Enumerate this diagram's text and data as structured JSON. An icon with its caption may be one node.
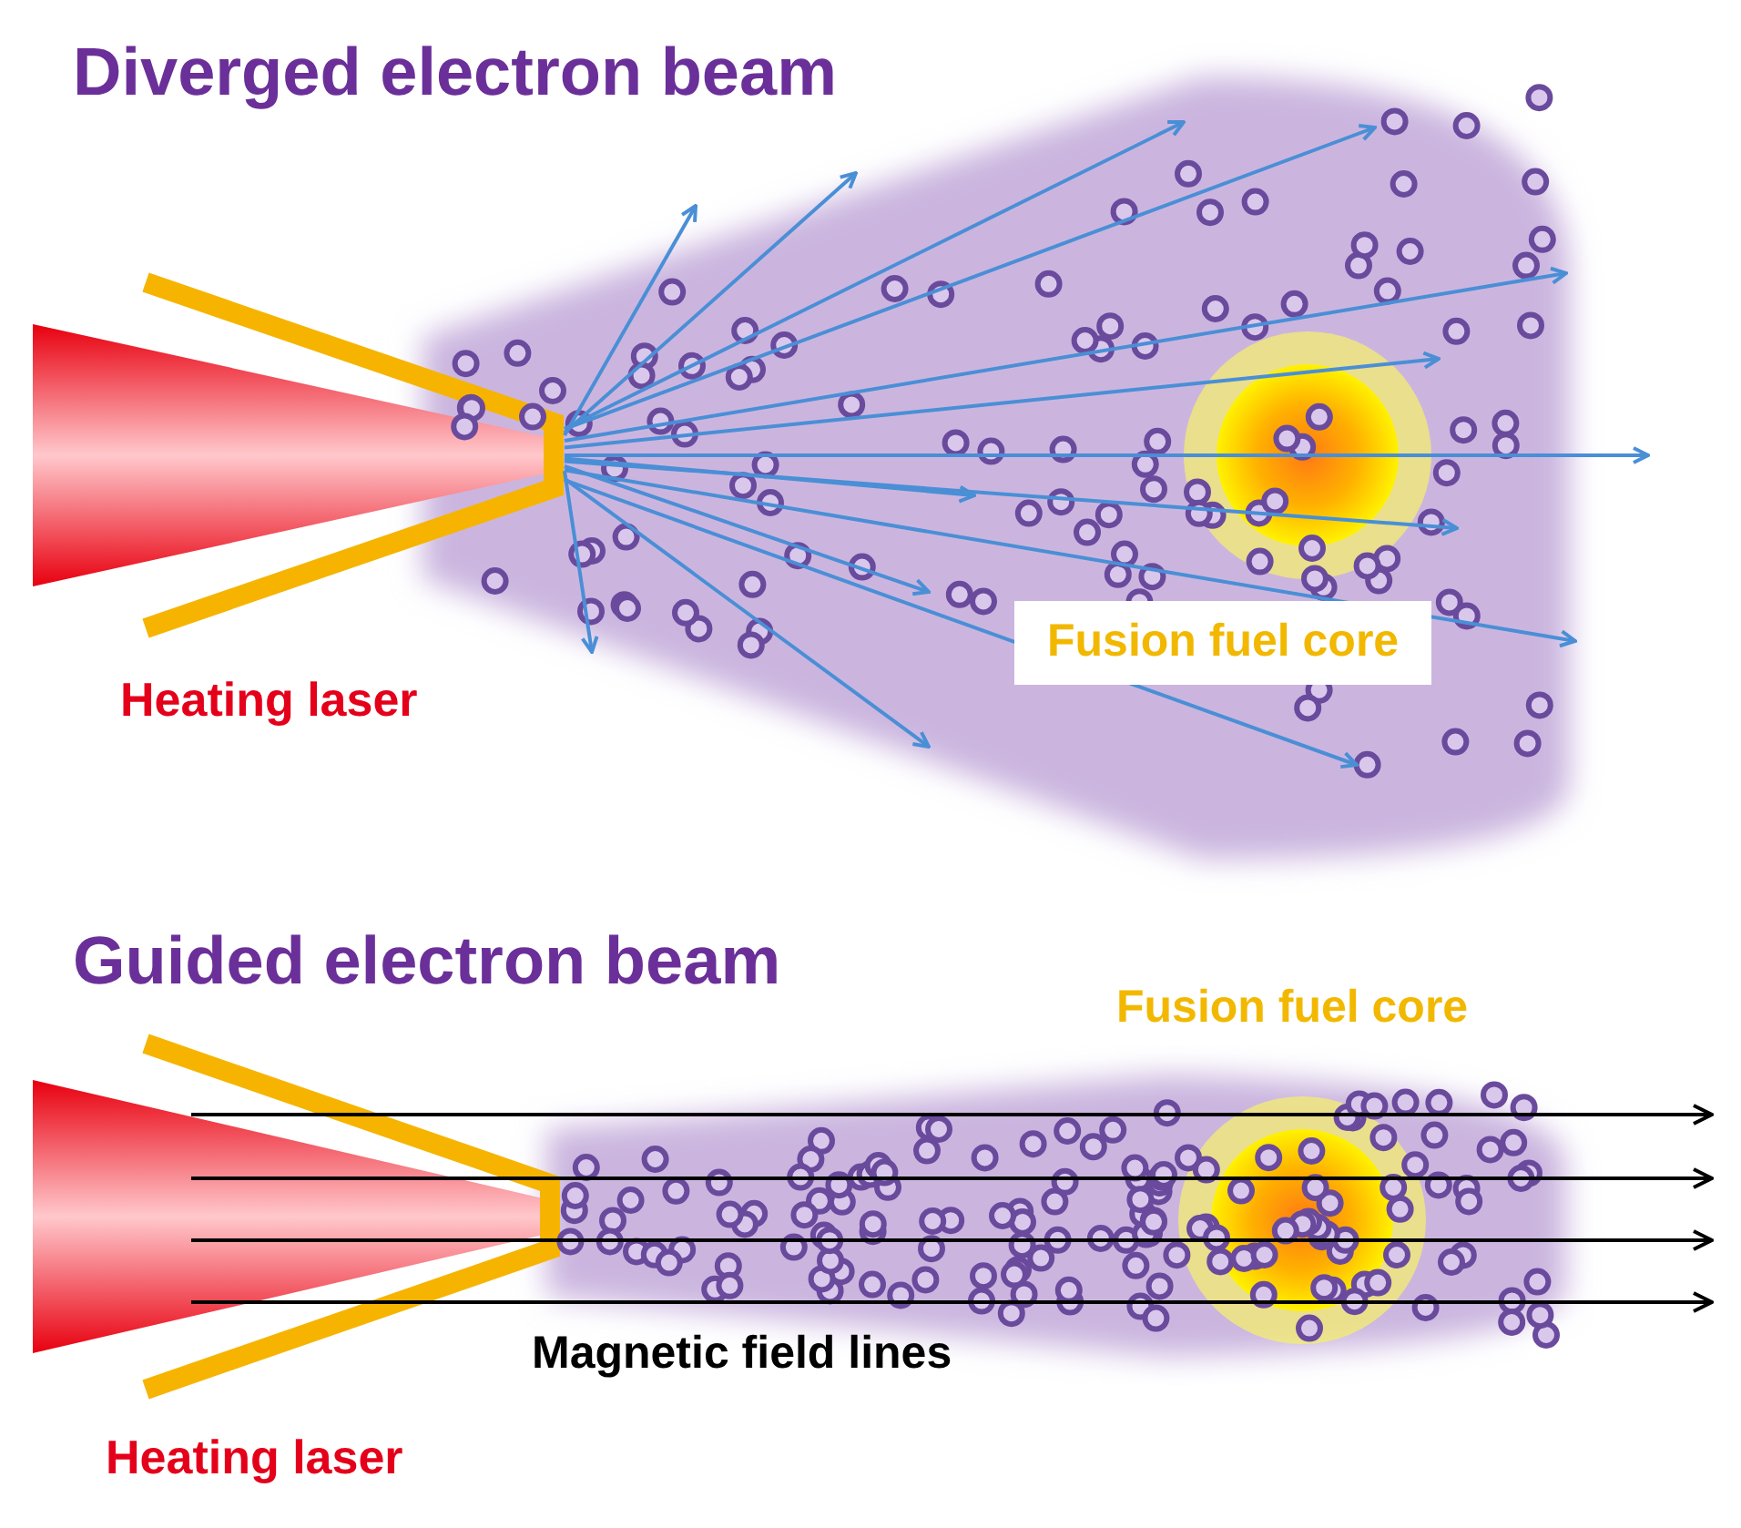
{
  "diagram": {
    "labels": [
      "Diverged electron beam",
      "Fusion fuel core",
      "Heating laser",
      "Guided electron beam",
      "Fusion fuel core",
      "Magnetic field lines",
      "Heating laser"
    ]
  }
}
